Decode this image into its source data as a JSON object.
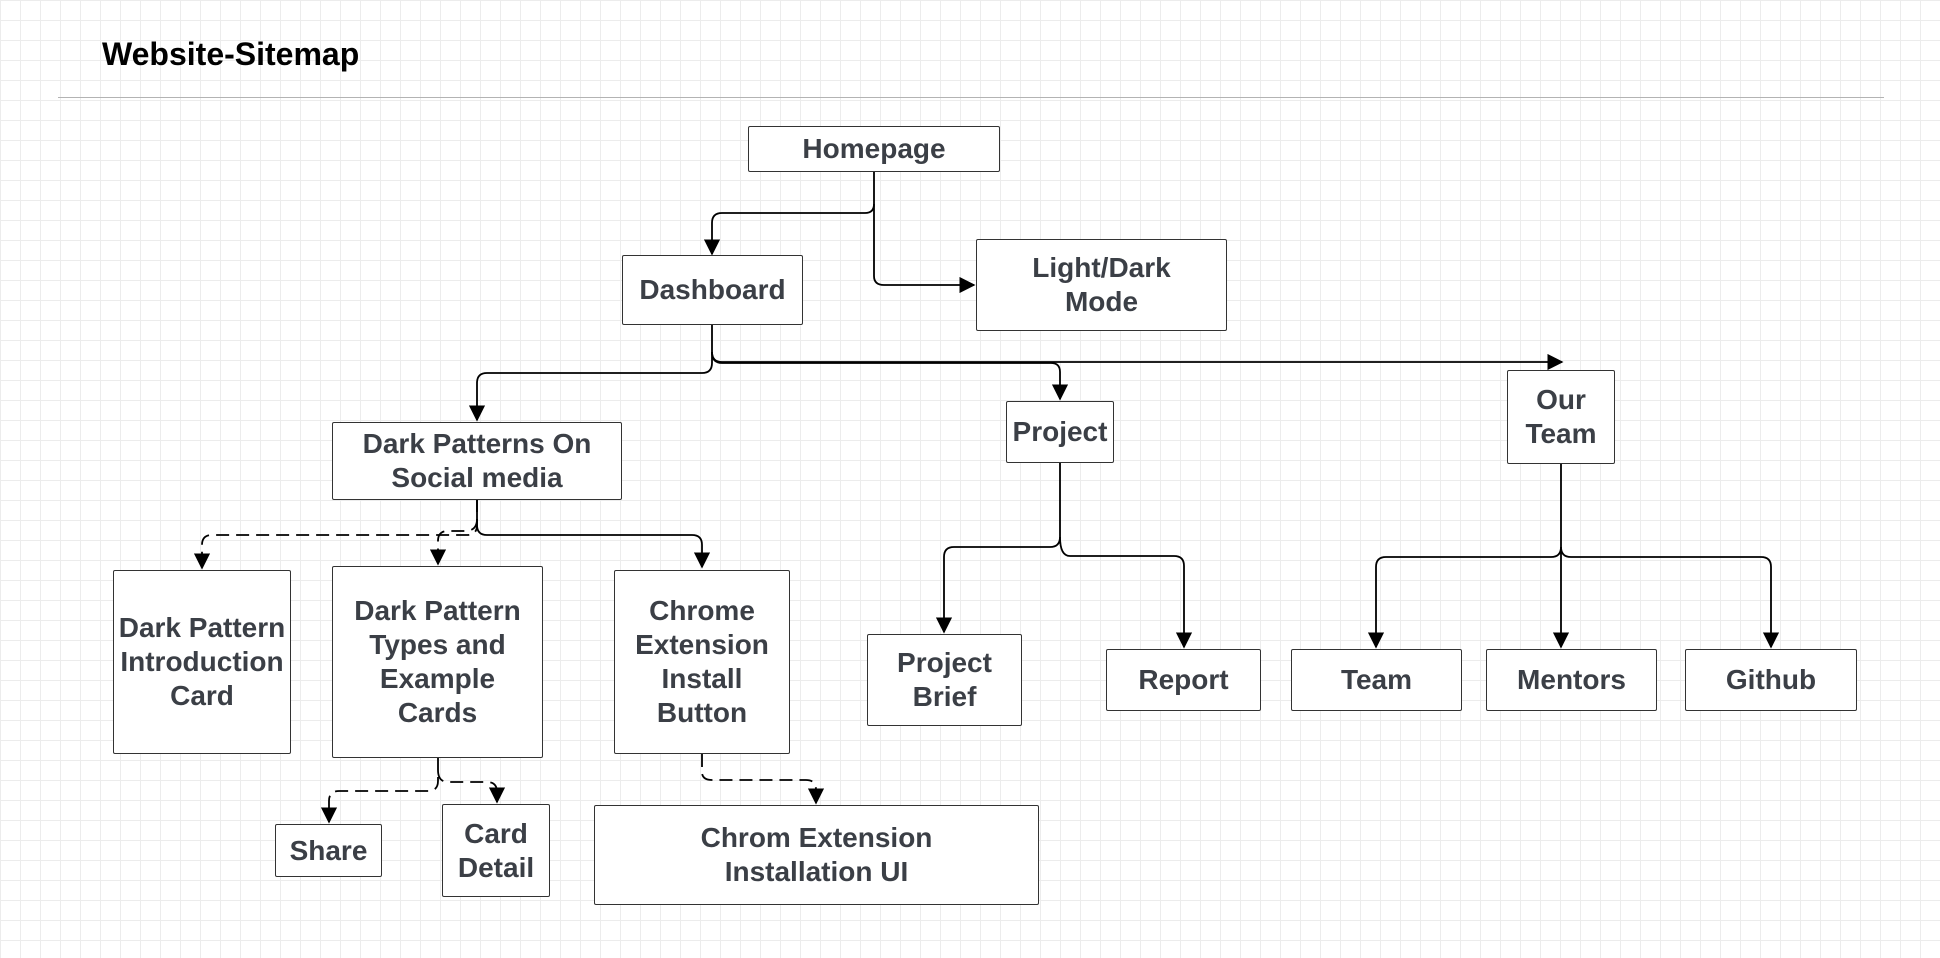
{
  "title": "Website-Sitemap",
  "colors": {
    "line": "#000000",
    "box_border": "#333333",
    "text": "#3b3f46",
    "grid": "#ececec"
  },
  "nodes": {
    "homepage": "Homepage",
    "dashboard": "Dashboard",
    "light_dark": "Light/Dark Mode",
    "dark_patterns": "Dark Patterns On Social media",
    "project": "Project",
    "our_team": "Our Team",
    "intro_card": "Dark Pattern Introduction Card",
    "types_cards": "Dark Pattern Types and Example Cards",
    "chrome_button": "Chrome Extension Install Button",
    "project_brief": "Project Brief",
    "report": "Report",
    "team": "Team",
    "mentors": "Mentors",
    "github": "Github",
    "share": "Share",
    "card_detail": "Card Detail",
    "chrome_ui": "Chrom Extension Installation UI"
  },
  "links": [
    {
      "from": "homepage",
      "to": "dashboard",
      "style": "solid"
    },
    {
      "from": "homepage",
      "to": "light_dark",
      "style": "solid"
    },
    {
      "from": "dashboard",
      "to": "dark_patterns",
      "style": "solid"
    },
    {
      "from": "dashboard",
      "to": "project",
      "style": "solid"
    },
    {
      "from": "dashboard",
      "to": "our_team",
      "style": "solid"
    },
    {
      "from": "dark_patterns",
      "to": "intro_card",
      "style": "dashed"
    },
    {
      "from": "dark_patterns",
      "to": "types_cards",
      "style": "dashed"
    },
    {
      "from": "dark_patterns",
      "to": "chrome_button",
      "style": "solid"
    },
    {
      "from": "project",
      "to": "project_brief",
      "style": "solid"
    },
    {
      "from": "project",
      "to": "report",
      "style": "solid"
    },
    {
      "from": "our_team",
      "to": "team",
      "style": "solid"
    },
    {
      "from": "our_team",
      "to": "mentors",
      "style": "solid"
    },
    {
      "from": "our_team",
      "to": "github",
      "style": "solid"
    },
    {
      "from": "types_cards",
      "to": "share",
      "style": "dashed"
    },
    {
      "from": "types_cards",
      "to": "card_detail",
      "style": "dashed"
    },
    {
      "from": "chrome_button",
      "to": "chrome_ui",
      "style": "dashed"
    }
  ]
}
